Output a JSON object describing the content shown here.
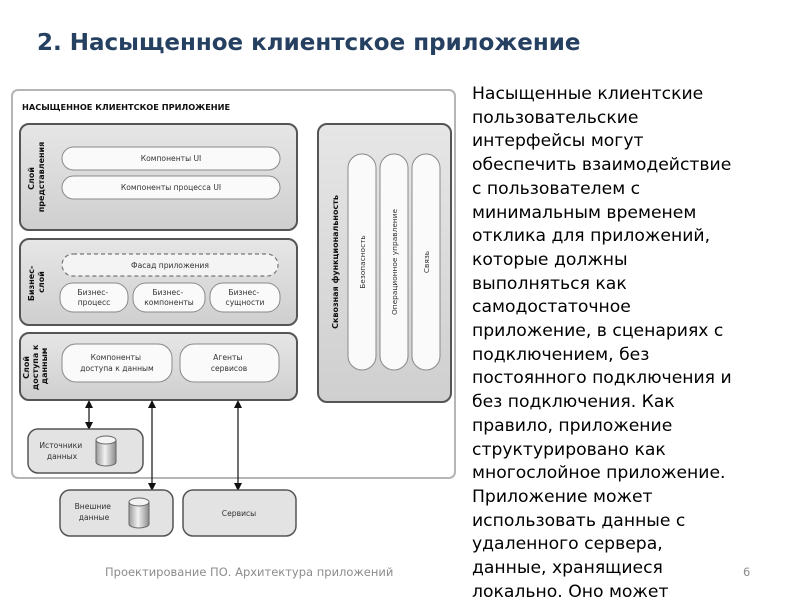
{
  "slide": {
    "title": "2. Насыщенное клиентское приложение",
    "body_lines": [
      "Насыщенные клиентские",
      "пользовательские",
      "интерфейсы могут",
      "обеспечить взаимодействие",
      "с пользователем с",
      "минимальным временем",
      "отклика для приложений,",
      "которые должны",
      "выполняться как",
      "самодостаточное",
      "приложение, в сценариях с",
      "подключением, без",
      "постоянного подключения и",
      "без подключения. Как",
      "правило, приложение",
      "структурировано как",
      "многослойное приложение.",
      "Приложение может",
      "использовать данные с",
      "удаленного сервера,",
      "данные, хранящиеся",
      "локально. Оно может"
    ],
    "footer": "Проектирование ПО. Архитектура приложений",
    "page_number": "6"
  },
  "diagram": {
    "frame_title": "НАСЫЩЕННОЕ КЛИЕНТСКОЕ ПРИЛОЖЕНИЕ",
    "presentation_layer": {
      "label_line1": "Слой",
      "label_line2": "представления",
      "items": [
        "Компоненты UI",
        "Компоненты процесса UI"
      ]
    },
    "business_layer": {
      "label_line1": "Бизнес-",
      "label_line2": "слой",
      "facade": "Фасад приложения",
      "items": [
        {
          "line1": "Бизнес-",
          "line2": "процесс"
        },
        {
          "line1": "Бизнес-",
          "line2": "компоненты"
        },
        {
          "line1": "Бизнес-",
          "line2": "сущности"
        }
      ]
    },
    "data_layer": {
      "label_line1": "Слой",
      "label_line2": "доступа к",
      "label_line3": "данным",
      "items": [
        {
          "line1": "Компоненты",
          "line2": "доступа к данным"
        },
        {
          "line1": "Агенты",
          "line2": "сервисов"
        }
      ]
    },
    "crosscutting": {
      "label": "Сквозная функциональность",
      "items": [
        "Безопасность",
        "Операционное управление",
        "Связь"
      ]
    },
    "data_sources": {
      "line1": "Источники",
      "line2": "данных"
    },
    "external_data": {
      "line1": "Внешние",
      "line2": "данные"
    },
    "services": "Сервисы"
  }
}
